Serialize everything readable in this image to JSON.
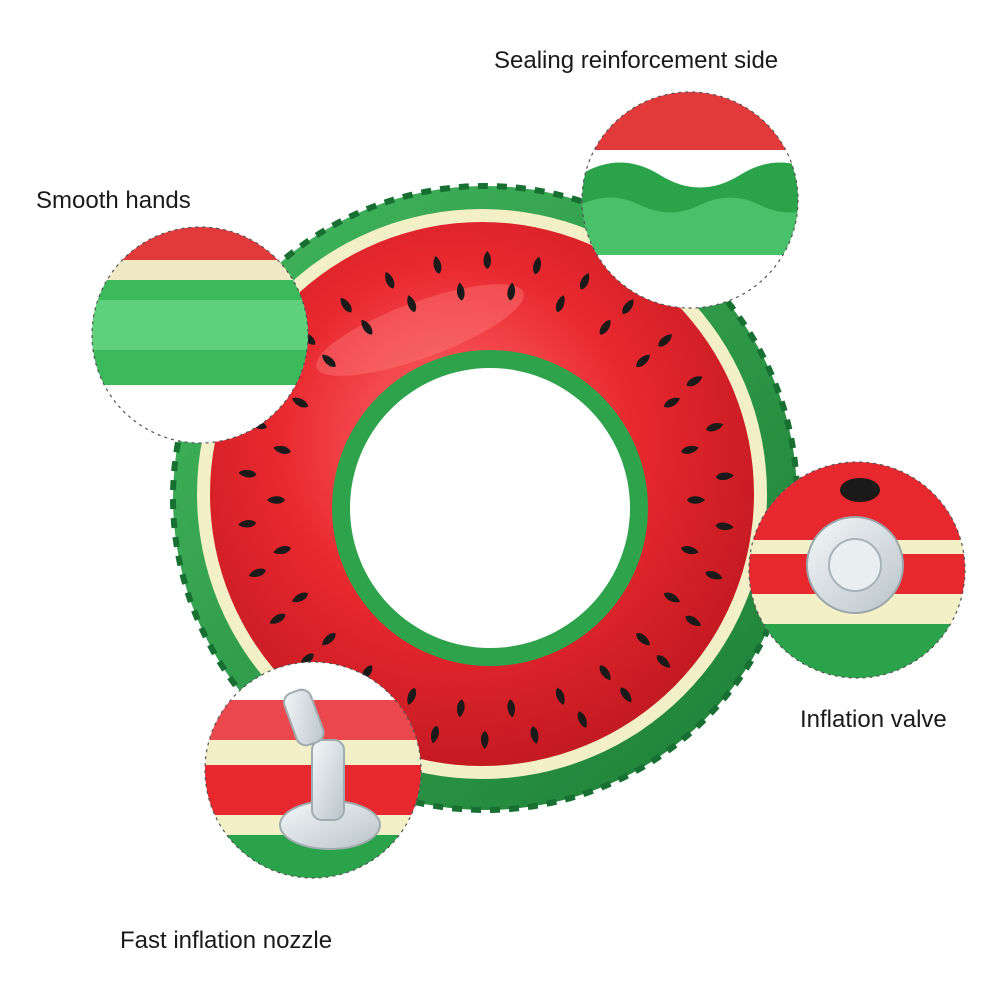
{
  "callouts": {
    "sealing": "Sealing reinforcement side",
    "smooth_hands": "Smooth hands",
    "inflation_valve": "Inflation valve",
    "nozzle": "Fast inflation nozzle"
  },
  "colors": {
    "rind_dark": "#1f8a3a",
    "rind_light": "#3fb45a",
    "pith": "#f3f0c8",
    "flesh": "#e8282f",
    "flesh_highlight": "#ff5a5a",
    "seed": "#1a1a1a",
    "valve": "#dfe6ea"
  },
  "icons": {
    "product": "watermelon-swim-ring-icon",
    "valve": "valve-icon",
    "nozzle": "nozzle-icon"
  }
}
